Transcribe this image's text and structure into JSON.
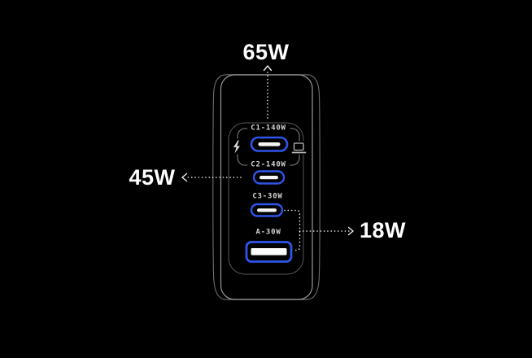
{
  "page": {
    "background": "#000000"
  },
  "callouts": {
    "top": {
      "label": "65W"
    },
    "left": {
      "label": "45W"
    },
    "right": {
      "label": "18W"
    }
  },
  "charger": {
    "ports": [
      {
        "id": "C1",
        "label": "C1-140W",
        "type": "usb-c"
      },
      {
        "id": "C2",
        "label": "C2-140W",
        "type": "usb-c"
      },
      {
        "id": "C3",
        "label": "C3-30W",
        "type": "usb-c"
      },
      {
        "id": "A",
        "label": "A-30W",
        "type": "usb-a"
      }
    ],
    "badge_icons": [
      {
        "name": "lightning-icon"
      },
      {
        "name": "laptop-icon"
      }
    ]
  },
  "colors": {
    "port_blue": "#2e55e8",
    "body_outline": "#6e6e6e",
    "face_outline": "#989898",
    "panel_outline": "#565656",
    "callout_box_outline": "#7c7c7c",
    "port_label_text": "#d4d4d4",
    "watt_text": "#ffffff",
    "dotted_line": "#ededed",
    "port_bar": "#f5f5f5"
  }
}
